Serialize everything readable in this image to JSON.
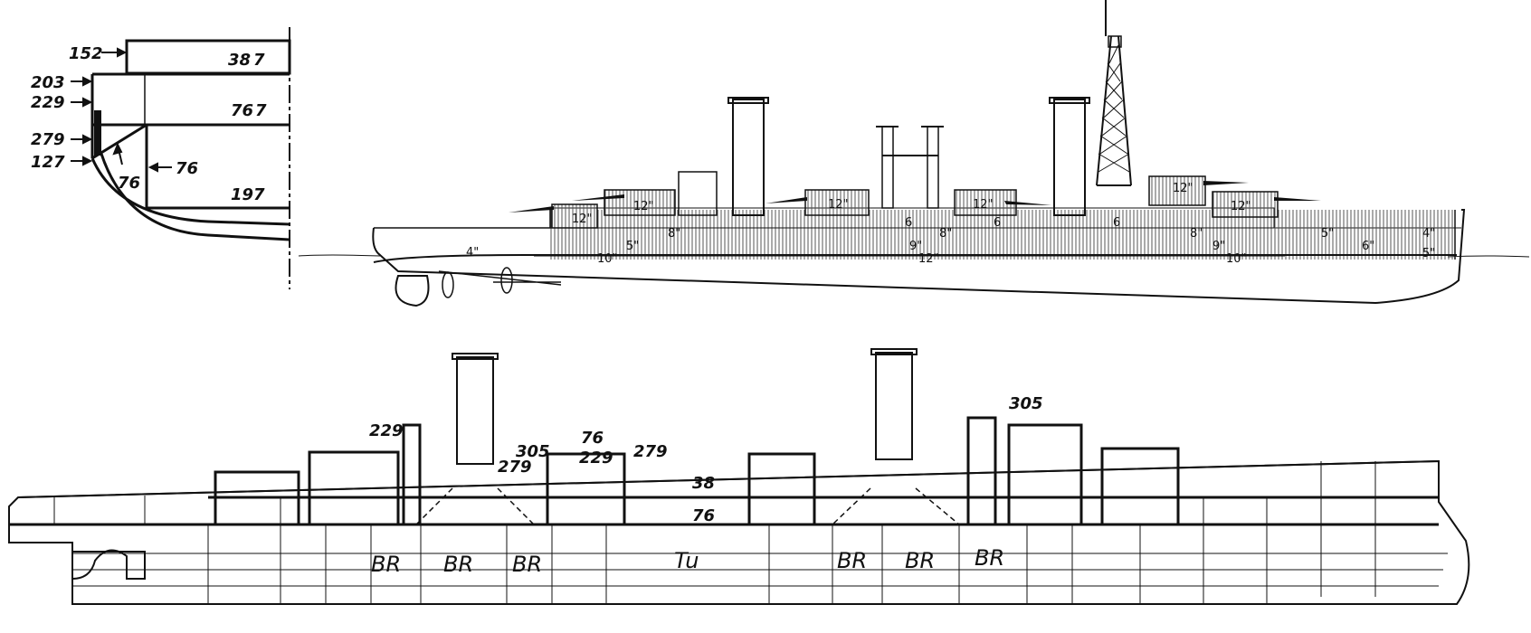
{
  "section": {
    "labels": [
      "152",
      "203",
      "229",
      "279",
      "127",
      "76",
      "76"
    ],
    "deck_labels": [
      "38",
      "76",
      "19"
    ]
  },
  "profile": {
    "armor_labels": [
      "12\"",
      "12\"",
      "12\"",
      "12\"",
      "12\"",
      "12\"",
      "6",
      "6",
      "6",
      "8\"",
      "8\"",
      "8\"",
      "9\"",
      "9\"",
      "10\"",
      "10\"",
      "12\"",
      "4\"",
      "4\"",
      "5\"",
      "5\"",
      "6\"",
      "5\""
    ]
  },
  "plan": {
    "thickness_labels": [
      "229",
      "305",
      "279",
      "279",
      "305",
      "229"
    ],
    "deck_labels": [
      "76",
      "38",
      "76"
    ],
    "compartments": [
      "BR",
      "BR",
      "BR",
      "Tu",
      "BR",
      "BR",
      "BR"
    ]
  }
}
